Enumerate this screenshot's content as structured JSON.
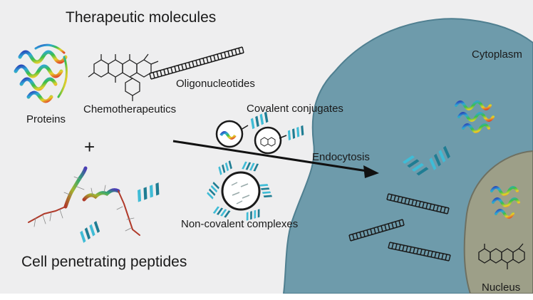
{
  "labels": {
    "title": "Therapeutic molecules",
    "proteins": "Proteins",
    "chemotherapeutics": "Chemotherapeutics",
    "oligonucleotides": "Oligonucleotides",
    "covalent_conjugates": "Covalent conjugates",
    "non_covalent_complexes": "Non-covalent complexes",
    "cell_penetrating_peptides": "Cell penetrating peptides",
    "endocytosis": "Endocytosis",
    "cytoplasm": "Cytoplasm",
    "nucleus": "Nucleus",
    "plus": "+"
  },
  "colors": {
    "background": "#eeeeef",
    "cytoplasm": "#6e9bab",
    "cytoplasm_edge": "#4f7f90",
    "nucleus": "#9d9f88",
    "nucleus_edge": "#6e7061",
    "helix": "#3fbcd6",
    "helix_dark": "#1f7d93",
    "dna": "#1a1a1a"
  }
}
